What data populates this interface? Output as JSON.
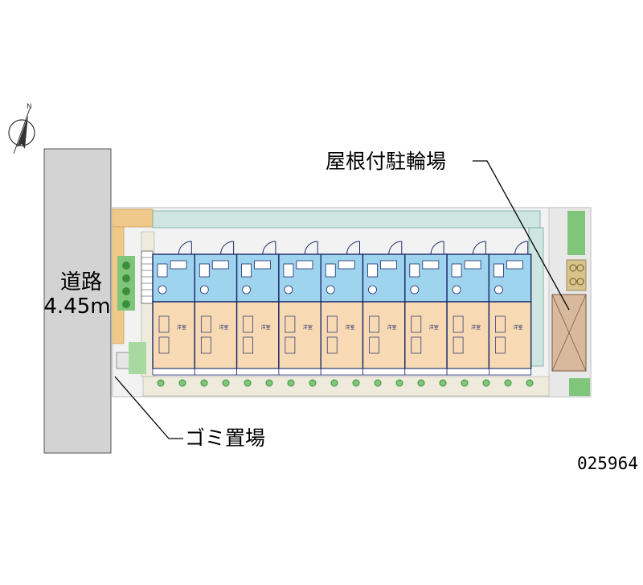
{
  "labels": {
    "road_name": "道路",
    "road_width": "4.45m",
    "bicycle_parking": "屋根付駐輪場",
    "garbage": "ゴミ置場",
    "property_id": "025964"
  },
  "units": {
    "room_label": "洋室",
    "count": 9
  },
  "colors": {
    "wet_area": "#9fd4ee",
    "room": "#f7d9b3",
    "planting": "#7fc67a",
    "road": "#d3d3d3",
    "teal_zone": "#cfe6e0",
    "paving": "#eeebdd",
    "bike_shed": "#d9b99e"
  },
  "icons": {
    "compass": "north-arrow-icon"
  }
}
